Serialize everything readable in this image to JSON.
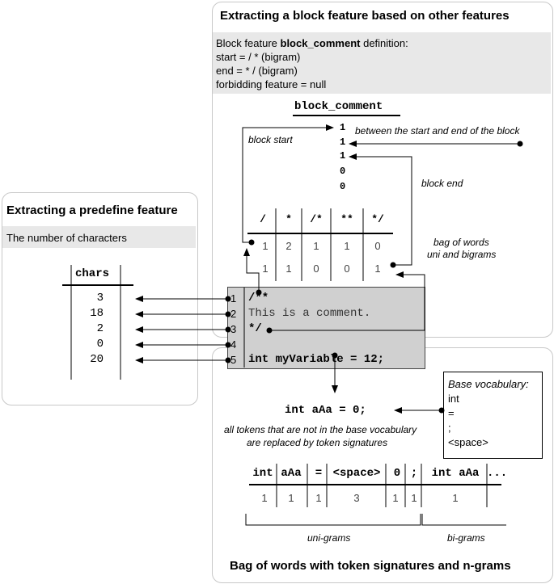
{
  "top_panel": {
    "title": "Extracting a block feature based on other features",
    "def_prefix": "Block feature ",
    "def_name": "block_comment",
    "def_suffix": " definition:",
    "start_line": "start = / *  (bigram)",
    "end_line": "end = * /   (bigram)",
    "forbid_line": "forbidding feature = null"
  },
  "block_comment": {
    "header": "block_comment",
    "values": [
      "1",
      "1",
      "1",
      "0",
      "0"
    ],
    "label_block_start": "block start",
    "label_between": "between the start and end of the block",
    "label_block_end": "block end"
  },
  "bag_table": {
    "headers": [
      "/",
      "*",
      "/*",
      "**",
      "*/"
    ],
    "rows": [
      [
        "1",
        "2",
        "1",
        "1",
        "0"
      ],
      [
        "1",
        "1",
        "0",
        "0",
        "1"
      ]
    ],
    "label_line1": "bag of words",
    "label_line2": "uni and bigrams"
  },
  "left_panel": {
    "title": "Extracting a predefine feature",
    "subtitle": "The number of characters",
    "header": "chars",
    "values": [
      "3",
      "18",
      "2",
      "0",
      "20"
    ]
  },
  "code": {
    "line_numbers": [
      "1",
      "2",
      "3",
      "4",
      "5"
    ],
    "lines": [
      "/**",
      "This is a comment.",
      "*/",
      "",
      "int myVariable = 12;"
    ]
  },
  "bottom_panel": {
    "signature_line": "int aAa = 0;",
    "note_line1": "all tokens that are not in the base vocabulary",
    "note_line2": "are replaced by token signatures",
    "vocab_title": "Base vocabulary:",
    "vocab_items": [
      "int",
      "=",
      ";",
      "<space>"
    ],
    "ngram_headers": [
      "int",
      "aAa",
      "=",
      "<space>",
      "0",
      ";",
      "int aAa",
      "..."
    ],
    "ngram_values": [
      "1",
      "1",
      "1",
      "3",
      "1",
      "1",
      "1"
    ],
    "uni_label": "uni-grams",
    "bi_label": "bi-grams",
    "title": "Bag of words with token signatures and n-grams"
  }
}
